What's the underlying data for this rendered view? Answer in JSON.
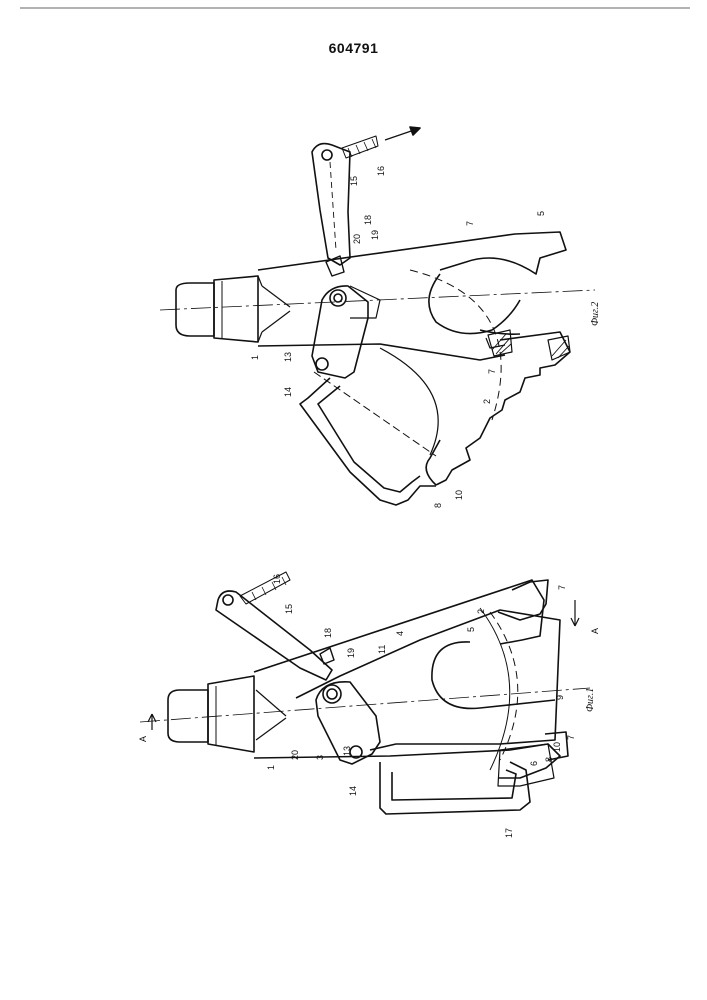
{
  "document": {
    "patent_number": "604791",
    "figures": [
      {
        "caption": "Фиг.2",
        "labels": {
          "l1": "1",
          "l2": "2",
          "l5": "5",
          "l7a": "7",
          "l7b": "7",
          "l8": "8",
          "l10": "10",
          "l13": "13",
          "l14": "14",
          "l15": "15",
          "l16": "16",
          "l18": "18",
          "l19": "19",
          "l20": "20"
        }
      },
      {
        "caption": "Фиг.1",
        "labels": {
          "l1": "1",
          "l2": "2",
          "l3": "3",
          "l4": "4",
          "l5": "5",
          "l6": "6",
          "l7a": "7",
          "l7b": "7",
          "l8": "8",
          "l9": "9",
          "l10": "10",
          "l11": "11",
          "l13": "13",
          "l14": "14",
          "l15": "15",
          "l16": "16",
          "l17": "17",
          "l18": "18",
          "l19": "19",
          "l20": "20",
          "sectionA1": "A",
          "sectionA2": "A"
        }
      }
    ]
  }
}
